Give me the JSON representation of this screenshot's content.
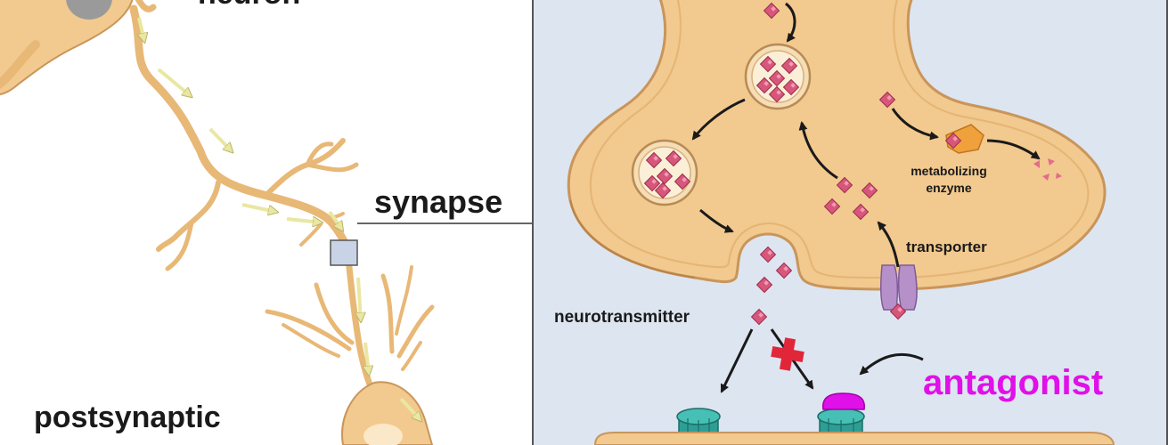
{
  "labels": {
    "neuron": "neuron",
    "synapse": "synapse",
    "postsynaptic": "postsynaptic",
    "neurotransmitter": "neurotransmitter",
    "transporter": "transporter",
    "metabolizing_line1": "metabolizing",
    "metabolizing_line2": "enzyme",
    "antagonist": "antagonist"
  },
  "colors": {
    "cell_fill": "#f2c98e",
    "cell_outline": "#c9955a",
    "panel_bg": "#dde5f1",
    "panel_border": "#555555",
    "neurotransmitter": "#d8567a",
    "transporter": "#b690c8",
    "enzyme": "#f0a13c",
    "receptor": "#2e9e95",
    "antagonist": "#e010e8",
    "block_cross": "#e1263a",
    "flow_arrow": "#e9e7a1"
  }
}
